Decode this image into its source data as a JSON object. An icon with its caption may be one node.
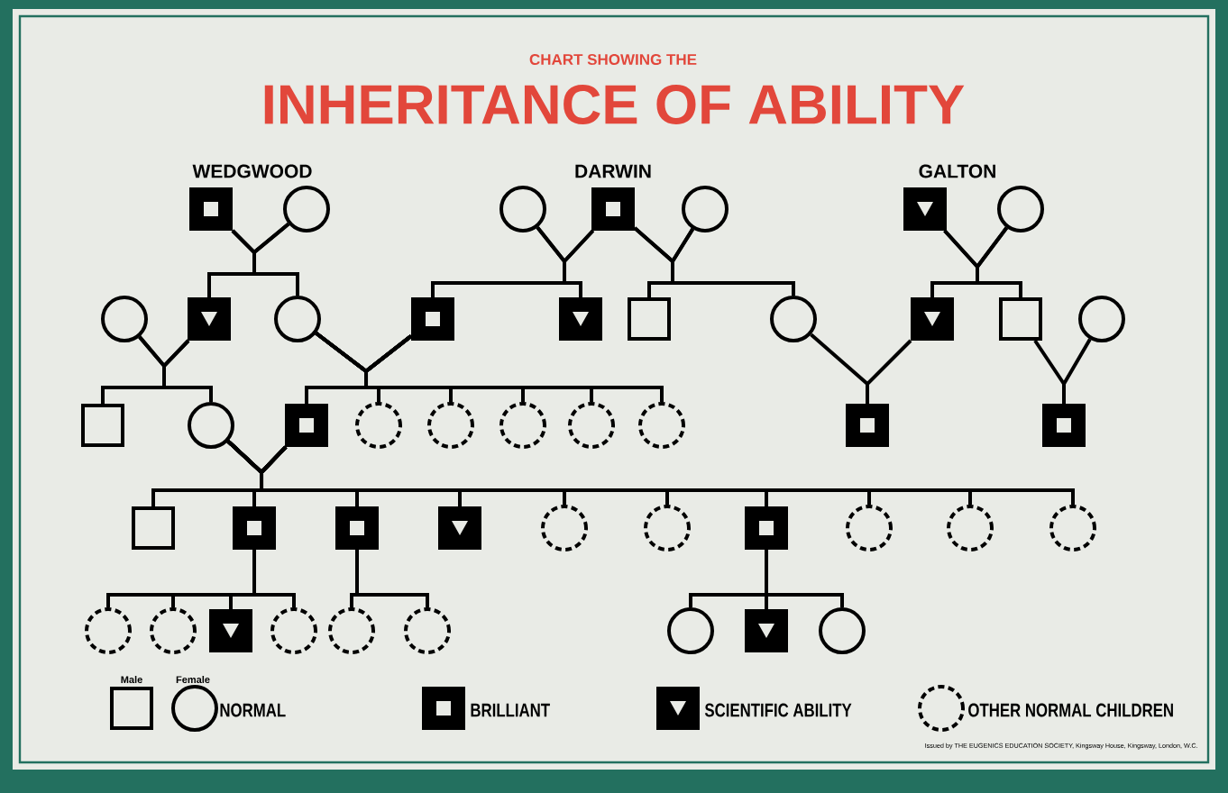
{
  "diagram": {
    "title": "INHERITANCE OF ABILITY",
    "nodes": [
      {
        "text": [],
        "shape": "filled-box-square"
      },
      {
        "text": [],
        "shape": "circle"
      },
      {
        "text": [],
        "shape": "circle"
      },
      {
        "text": [],
        "shape": "filled-box-square"
      },
      {
        "text": [],
        "shape": "circle"
      },
      {
        "text": [],
        "shape": "filled-box-triangle"
      },
      {
        "text": [],
        "shape": "circle"
      },
      {
        "text": [],
        "shape": "circle"
      },
      {
        "text": [],
        "shape": "filled-box-triangle"
      },
      {
        "text": [],
        "shape": "circle"
      },
      {
        "text": [],
        "shape": "filled-box-square"
      },
      {
        "text": [],
        "shape": "filled-box-triangle"
      },
      {
        "text": [],
        "shape": "box"
      },
      {
        "text": [],
        "shape": "circle"
      },
      {
        "text": [],
        "shape": "filled-box-triangle"
      },
      {
        "text": [],
        "shape": "box"
      },
      {
        "text": [],
        "shape": "circle"
      },
      {
        "text": [],
        "shape": "box"
      },
      {
        "text": [],
        "shape": "circle"
      },
      {
        "text": [],
        "shape": "filled-box-square"
      },
      {
        "text": [],
        "shape": "dashed-circle"
      },
      {
        "text": [],
        "shape": "dashed-circle"
      },
      {
        "text": [],
        "shape": "dashed-circle"
      },
      {
        "text": [],
        "shape": "dashed-circle"
      },
      {
        "text": [],
        "shape": "dashed-circle"
      },
      {
        "text": [],
        "shape": "filled-box-square"
      },
      {
        "text": [],
        "shape": "filled-box-square"
      },
      {
        "text": [],
        "shape": "box"
      },
      {
        "text": [],
        "shape": "filled-box-square"
      },
      {
        "text": [],
        "shape": "filled-box-square"
      },
      {
        "text": [],
        "shape": "filled-box-triangle"
      },
      {
        "text": [],
        "shape": "dashed-circle"
      },
      {
        "text": [],
        "shape": "dashed-circle"
      },
      {
        "text": [],
        "shape": "filled-box-square"
      },
      {
        "text": [],
        "shape": "dashed-circle"
      },
      {
        "text": [],
        "shape": "dashed-circle"
      },
      {
        "text": [],
        "shape": "dashed-circle"
      },
      {
        "text": [],
        "shape": "dashed-circle"
      },
      {
        "text": [],
        "shape": "dashed-circle"
      },
      {
        "text": [],
        "shape": "filled-box-triangle"
      },
      {
        "text": [],
        "shape": "dashed-circle"
      },
      {
        "text": [],
        "shape": "dashed-circle"
      },
      {
        "text": [],
        "shape": "dashed-circle"
      },
      {
        "text": [],
        "shape": "circle"
      },
      {
        "text": [],
        "shape": "filled-box-triangle"
      },
      {
        "text": [],
        "shape": "circle"
      }
    ],
    "edges": [
      {
        "from": 0,
        "to": 8,
        "arrow": "none"
      },
      {
        "from": 0,
        "to": 9,
        "arrow": "none"
      },
      {
        "from": 1,
        "to": 8,
        "arrow": "none"
      },
      {
        "from": 1,
        "to": 9,
        "arrow": "none"
      },
      {
        "from": 2,
        "to": 10,
        "arrow": "none"
      },
      {
        "from": 2,
        "to": 11,
        "arrow": "none"
      },
      {
        "from": 3,
        "to": 10,
        "arrow": "none"
      },
      {
        "from": 3,
        "to": 11,
        "arrow": "none"
      },
      {
        "from": 3,
        "to": 12,
        "arrow": "none"
      },
      {
        "from": 3,
        "to": 13,
        "arrow": "none"
      },
      {
        "from": 4,
        "to": 12,
        "arrow": "none"
      },
      {
        "from": 4,
        "to": 13,
        "arrow": "none"
      },
      {
        "from": 5,
        "to": 14,
        "arrow": "none"
      },
      {
        "from": 5,
        "to": 15,
        "arrow": "none"
      },
      {
        "from": 6,
        "to": 14,
        "arrow": "none"
      },
      {
        "from": 6,
        "to": 15,
        "arrow": "none"
      },
      {
        "from": 7,
        "to": 17,
        "arrow": "none"
      },
      {
        "from": 7,
        "to": 18,
        "arrow": "none"
      },
      {
        "from": 8,
        "to": 17,
        "arrow": "none"
      },
      {
        "from": 8,
        "to": 18,
        "arrow": "none"
      },
      {
        "from": 9,
        "to": 19,
        "arrow": "none"
      },
      {
        "from": 9,
        "to": 20,
        "arrow": "none"
      },
      {
        "from": 9,
        "to": 21,
        "arrow": "none"
      },
      {
        "from": 9,
        "to": 22,
        "arrow": "none"
      },
      {
        "from": 9,
        "to": 23,
        "arrow": "none"
      },
      {
        "from": 9,
        "to": 24,
        "arrow": "none"
      },
      {
        "from": 10,
        "to": 19,
        "arrow": "none"
      },
      {
        "from": 10,
        "to": 20,
        "arrow": "none"
      },
      {
        "from": 10,
        "to": 21,
        "arrow": "none"
      },
      {
        "from": 10,
        "to": 22,
        "arrow": "none"
      },
      {
        "from": 10,
        "to": 23,
        "arrow": "none"
      },
      {
        "from": 10,
        "to": 24,
        "arrow": "none"
      },
      {
        "from": 13,
        "to": 25,
        "arrow": "none"
      },
      {
        "from": 14,
        "to": 25,
        "arrow": "none"
      },
      {
        "from": 15,
        "to": 26,
        "arrow": "none"
      },
      {
        "from": 16,
        "to": 26,
        "arrow": "none"
      },
      {
        "from": 18,
        "to": 27,
        "arrow": "none"
      },
      {
        "from": 18,
        "to": 28,
        "arrow": "none"
      },
      {
        "from": 18,
        "to": 29,
        "arrow": "none"
      },
      {
        "from": 18,
        "to": 30,
        "arrow": "none"
      },
      {
        "from": 18,
        "to": 31,
        "arrow": "none"
      },
      {
        "from": 18,
        "to": 32,
        "arrow": "none"
      },
      {
        "from": 18,
        "to": 33,
        "arrow": "none"
      },
      {
        "from": 18,
        "to": 34,
        "arrow": "none"
      },
      {
        "from": 18,
        "to": 35,
        "arrow": "none"
      },
      {
        "from": 18,
        "to": 36,
        "arrow": "none"
      },
      {
        "from": 19,
        "to": 27,
        "arrow": "none"
      },
      {
        "from": 19,
        "to": 28,
        "arrow": "none"
      },
      {
        "from": 19,
        "to": 29,
        "arrow": "none"
      },
      {
        "from": 19,
        "to": 30,
        "arrow": "none"
      },
      {
        "from": 19,
        "to": 31,
        "arrow": "none"
      },
      {
        "from": 19,
        "to": 32,
        "arrow": "none"
      },
      {
        "from": 19,
        "to": 33,
        "arrow": "none"
      },
      {
        "from": 19,
        "to": 34,
        "arrow": "none"
      },
      {
        "from": 19,
        "to": 35,
        "arrow": "none"
      },
      {
        "from": 19,
        "to": 36,
        "arrow": "none"
      },
      {
        "from": 28,
        "to": 37,
        "arrow": "none"
      },
      {
        "from": 28,
        "to": 38,
        "arrow": "none"
      },
      {
        "from": 28,
        "to": 39,
        "arrow": "none"
      },
      {
        "from": 28,
        "to": 40,
        "arrow": "none"
      },
      {
        "from": 29,
        "to": 41,
        "arrow": "none"
      },
      {
        "from": 29,
        "to": 42,
        "arrow": "none"
      },
      {
        "from": 33,
        "to": 43,
        "arrow": "none"
      },
      {
        "from": 33,
        "to": 44,
        "arrow": "none"
      },
      {
        "from": 33,
        "to": 45,
        "arrow": "none"
      }
    ],
    "labels": [
      "CHART SHOWING THE",
      "WEDGWOOD",
      "DARWIN",
      "GALTON",
      "Male",
      "Female",
      "Issued by THE EUGENICS EDUCATION SOCIETY, Kingsway House, Kingsway, London, W.C."
    ],
    "legend": [
      {
        "text": "NORMAL"
      },
      {
        "text": "BRILLIANT"
      },
      {
        "text": "SCIENTIFIC ABILITY"
      },
      {
        "text": "OTHER NORMAL CHILDREN"
      }
    ]
  }
}
